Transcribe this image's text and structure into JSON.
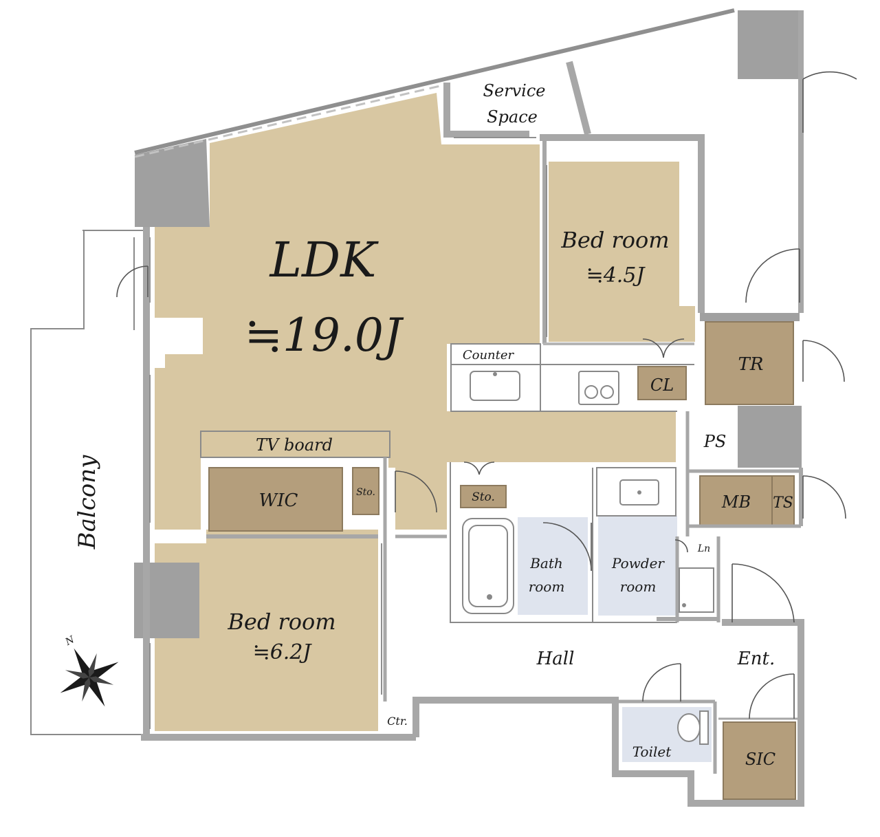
{
  "colors": {
    "room_floor": "#d8c7a2",
    "storage": "#b49e7c",
    "wet_area": "#dfe4ee",
    "wall": "#a7a7a7",
    "pillar": "#a0a0a0"
  },
  "rooms": {
    "ldk": {
      "name": "LDK",
      "size": "≒19.0J"
    },
    "bedroom_north": {
      "name": "Bed room",
      "size": "≒4.5J"
    },
    "bedroom_south": {
      "name": "Bed room",
      "size": "≒6.2J"
    },
    "service_space": {
      "line1": "Service",
      "line2": "Space"
    },
    "counter": "Counter",
    "tv_board": "TV board",
    "wic": "WIC",
    "sto_left": "Sto.",
    "sto_right": "Sto.",
    "cl": "CL",
    "tr": "TR",
    "ps": "PS",
    "mb": "MB",
    "ts": "TS",
    "bath": {
      "line1": "Bath",
      "line2": "room"
    },
    "powder": {
      "line1": "Powder",
      "line2": "room"
    },
    "ln": "Ln",
    "hall": "Hall",
    "ent": "Ent.",
    "toilet": "Toilet",
    "sic": "SIC",
    "ctr": "Ctr.",
    "balcony": "Balcony"
  },
  "compass": {
    "north_marker": "N"
  }
}
